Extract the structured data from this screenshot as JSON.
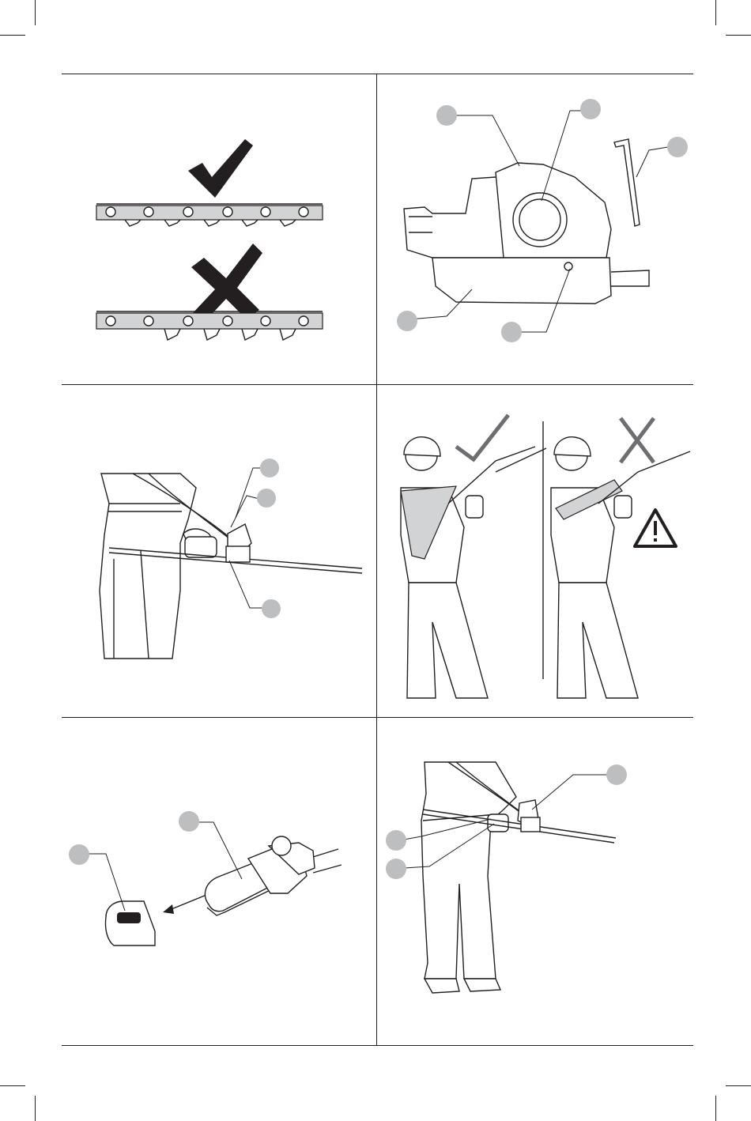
{
  "document": {
    "type": "instruction-manual-figure-page",
    "panels": [
      {
        "id": "chain-orientation",
        "marks": [
          "check",
          "cross"
        ]
      },
      {
        "id": "oil-reservoir-parts",
        "callouts": 5,
        "tool": "hex-key"
      },
      {
        "id": "shoulder-strap-front",
        "callouts": 3
      },
      {
        "id": "strap-position-correct-incorrect",
        "marks": [
          "check",
          "cross",
          "warning"
        ]
      },
      {
        "id": "bar-and-chain-attachment",
        "callouts": 2
      },
      {
        "id": "operating-position",
        "callouts": 3
      }
    ]
  },
  "colors": {
    "ink": "#231f20",
    "callout_fill": "#bcbec0",
    "panel_fill": "#d1d3d4"
  },
  "icons": [
    "check-icon",
    "cross-icon",
    "warning-triangle-icon"
  ]
}
